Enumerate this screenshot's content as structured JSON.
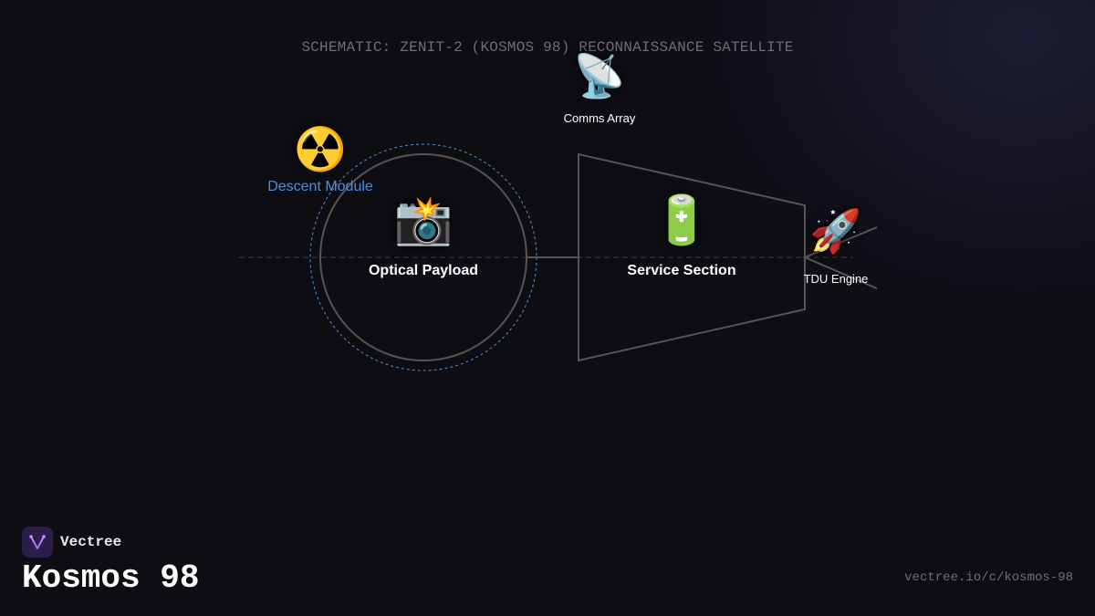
{
  "title": "SCHEMATIC: ZENIT-2 (KOSMOS 98) RECONNAISSANCE SATELLITE",
  "nodes": {
    "comms": {
      "icon": "satellite-antenna-icon",
      "glyph": "📡",
      "label": "Comms Array"
    },
    "descent": {
      "icon": "radioactive-icon",
      "glyph": "☢️",
      "label": "Descent Module"
    },
    "optical": {
      "icon": "camera-flash-icon",
      "glyph": "📸",
      "label": "Optical Payload"
    },
    "service": {
      "icon": "battery-icon",
      "glyph": "🔋",
      "label": "Service Section"
    },
    "engine": {
      "icon": "rocket-icon",
      "glyph": "🚀",
      "label": "TDU Engine"
    }
  },
  "colors": {
    "highlight": "#4a90e2",
    "outline": "#555555",
    "title": "#6f6e74"
  },
  "brand": {
    "name": "Vectree",
    "icon": "vectree-logo-icon"
  },
  "page": {
    "name": "Kosmos 98",
    "url": "vectree.io/c/kosmos-98"
  }
}
